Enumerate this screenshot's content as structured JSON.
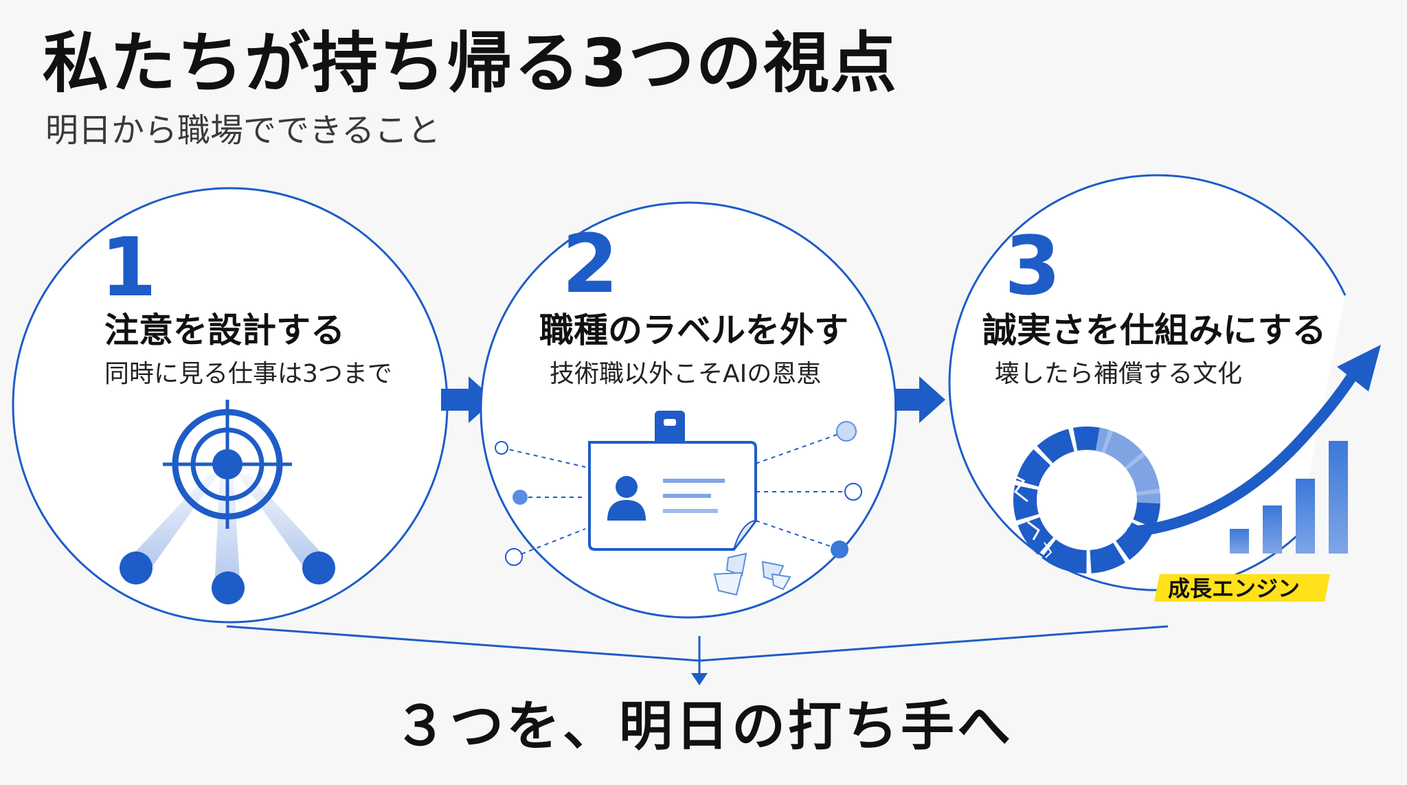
{
  "header": {
    "title": "私たちが持ち帰る3つの視点",
    "subtitle": "明日から職場でできること"
  },
  "steps": [
    {
      "number": "1",
      "title": "注意を設計する",
      "description": "同時に見る仕事は3つまで",
      "icon": "target-icon"
    },
    {
      "number": "2",
      "title": "職種のラベルを外す",
      "description": "技術職以外こそAIの恩恵",
      "icon": "id-badge-icon"
    },
    {
      "number": "3",
      "title": "誠実さを仕組みにする",
      "description": "壊したら補償する文化",
      "icon": "broken-ring-growth-icon",
      "badge": "成長エンジン"
    }
  ],
  "conclusion": "３つを、明日の打ち手へ",
  "colors": {
    "accent": "#1e5cc8",
    "badge": "#ffe11a",
    "background": "#f7f7f7"
  }
}
